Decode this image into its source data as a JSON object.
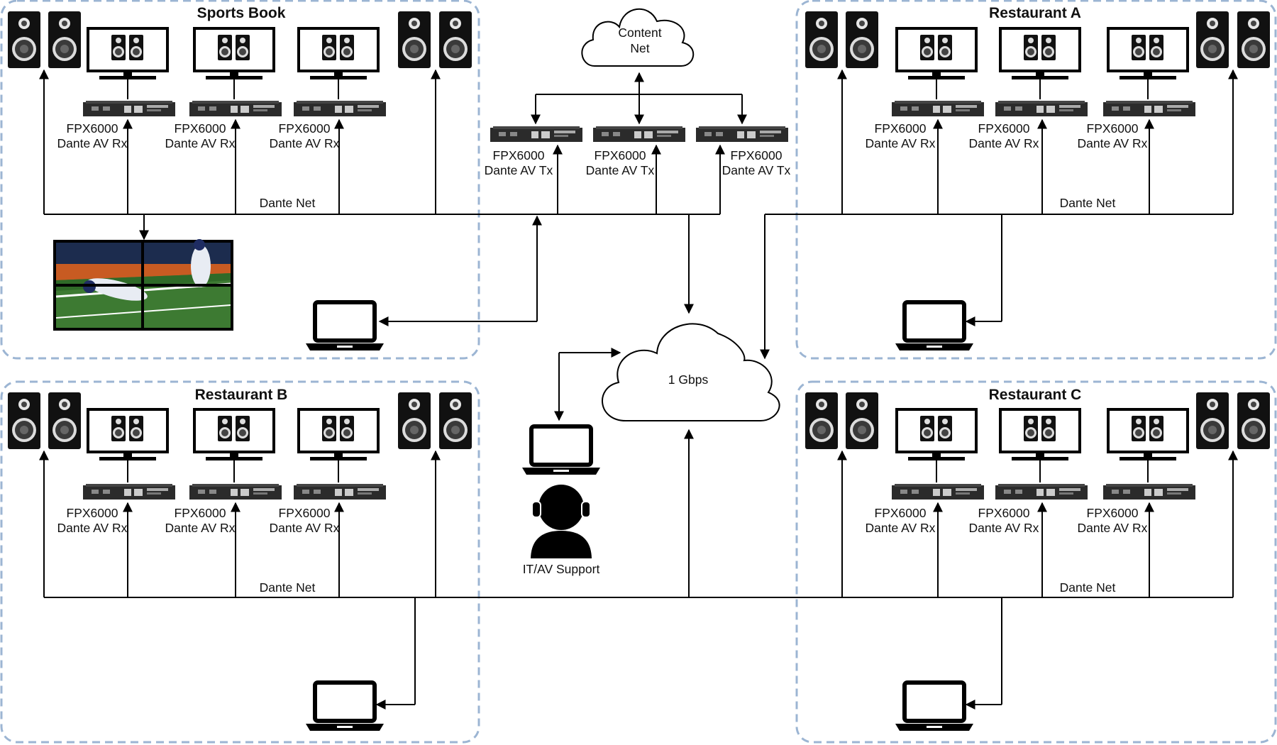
{
  "zones": [
    {
      "title": "Sports Book",
      "net_label": "Dante Net",
      "rx_lines": [
        "FPX6000",
        "Dante AV Rx"
      ]
    },
    {
      "title": "Restaurant A",
      "net_label": "Dante Net",
      "rx_lines": [
        "FPX6000",
        "Dante AV Rx"
      ]
    },
    {
      "title": "Restaurant B",
      "net_label": "Dante Net",
      "rx_lines": [
        "FPX6000",
        "Dante AV Rx"
      ]
    },
    {
      "title": "Restaurant C",
      "net_label": "Dante Net",
      "rx_lines": [
        "FPX6000",
        "Dante AV Rx"
      ]
    }
  ],
  "content_net": {
    "lines": [
      "Content",
      "Net"
    ]
  },
  "core_cloud": {
    "label": "1 Gbps"
  },
  "transmitters": {
    "lines": [
      "FPX6000",
      "Dante AV Tx"
    ]
  },
  "support": {
    "label": "IT/AV Support"
  },
  "colors": {
    "zone_border": "#9cb5d3",
    "device": "#2b2b2b",
    "wire": "#000000"
  }
}
